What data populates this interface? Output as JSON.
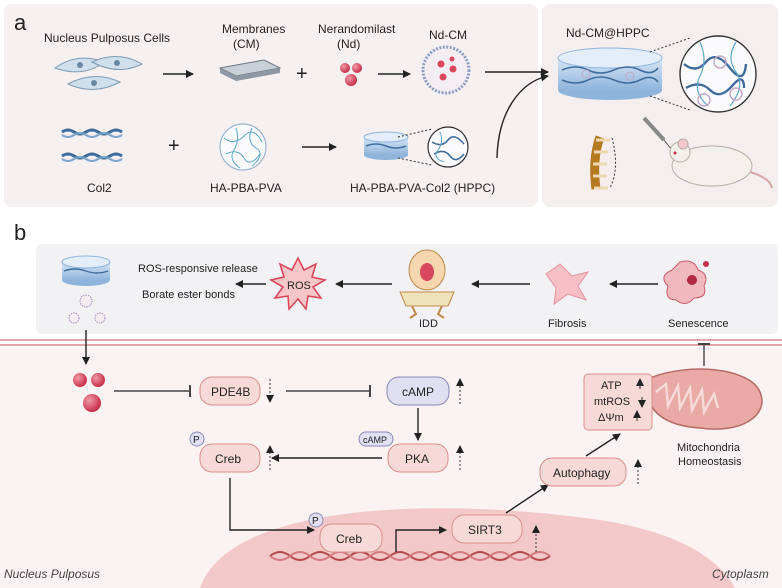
{
  "panel_a": {
    "label": "a",
    "nucleus_cells": "Nucleus Pulposus Cells",
    "membranes": "Membranes",
    "membranes_abbr": "(CM)",
    "nerandomilast": "Nerandomilast",
    "nerandomilast_abbr": "(Nd)",
    "nd_cm": "Nd-CM",
    "nd_cm_hppc": "Nd-CM@HPPC",
    "col2": "Col2",
    "ha_pba_pva": "HA-PBA-PVA",
    "hppc": "HA-PBA-PVA-Col2 (HPPC)",
    "plus": "+"
  },
  "panel_b": {
    "label": "b",
    "ros_release": "ROS-responsive release",
    "borate": "Borate ester bonds",
    "ros": "ROS",
    "idd": "IDD",
    "fibrosis": "Fibrosis",
    "senescence": "Senescence",
    "pde4b": "PDE4B",
    "camp": "cAMP",
    "creb": "Creb",
    "p": "P",
    "camp_small": "cAMP",
    "pka": "PKA",
    "atp": "ATP",
    "mtros": "mtROS",
    "delta_psi": "ΔΨm",
    "mito1": "Mitochondria",
    "mito2": "Homeostasis",
    "autophagy": "Autophagy",
    "creb_nuc": "Creb",
    "sirt3": "SIRT3",
    "nucleus_label": "Nucleus Pulposus",
    "cytoplasm_label": "Cytoplasm"
  },
  "colors": {
    "panel_bg": "#f7f0f0",
    "cyto_bg": "#fbf3f2",
    "nucleus_fill": "#f2c9c8",
    "box_pink": "#f7d9d7",
    "box_pink_stroke": "#d98f8c",
    "box_lav": "#e1e0f2",
    "box_lav_stroke": "#8b89b8",
    "red_dot": "#d9485d"
  }
}
